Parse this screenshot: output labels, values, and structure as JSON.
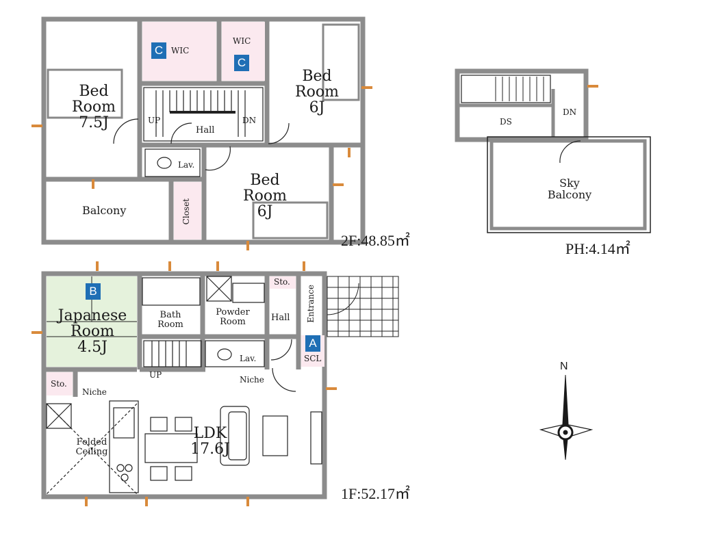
{
  "colors": {
    "wall": "#8c8c8c",
    "line": "#222222",
    "wic_fill": "#fbe9ef",
    "japanese_fill": "#e5f2dc",
    "storage_fill": "#fbe9ef",
    "badge": "#1f6fb5"
  },
  "floor2": {
    "area": "2F:48.85㎡",
    "rooms": {
      "bed1": [
        "Bed",
        "Room",
        "7.5J"
      ],
      "wic1": "WIC",
      "wic2": "WIC",
      "bed2": [
        "Bed",
        "Room",
        "6J"
      ],
      "bed3": [
        "Bed",
        "Room",
        "6J"
      ],
      "hall": "Hall",
      "up": "UP",
      "dn": "DN",
      "lav": "Lav.",
      "balcony": "Balcony",
      "closet": "Closet"
    },
    "badges": [
      "C",
      "C"
    ]
  },
  "penthouse": {
    "area": "PH:4.14㎡",
    "rooms": {
      "ds": "DS",
      "dn": "DN",
      "sky_balcony": [
        "Sky",
        "Balcony"
      ]
    }
  },
  "floor1": {
    "area": "1F:52.17㎡",
    "rooms": {
      "japanese": [
        "Japanese",
        "Room",
        "4.5J"
      ],
      "bath": [
        "Bath",
        "Room"
      ],
      "powder": [
        "Powder",
        "Room"
      ],
      "hall": "Hall",
      "entrance": "Entrance",
      "sto1": "Sto.",
      "sto2": "Sto.",
      "scl": "SCL",
      "niche1": "Niche",
      "niche2": "Niche",
      "lav": "Lav.",
      "up": "UP",
      "ldk": [
        "LDK",
        "17.6J"
      ],
      "folded": [
        "Folded",
        "Ceiling"
      ]
    },
    "badges": {
      "japanese": "B",
      "entrance": "A"
    }
  },
  "compass": {
    "north": "N"
  }
}
